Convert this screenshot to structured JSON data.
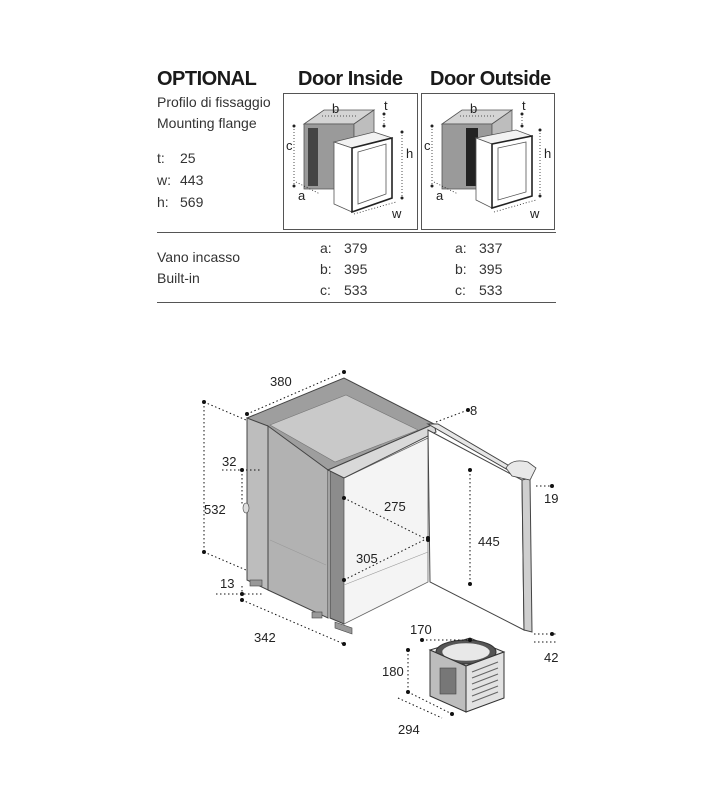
{
  "header": {
    "optional": "OPTIONAL",
    "door_inside": "Door Inside",
    "door_outside": "Door Outside"
  },
  "flange": {
    "line1": "Profilo di fissaggio",
    "line2": "Mounting flange",
    "specs": [
      {
        "key": "t:",
        "value": "25"
      },
      {
        "key": "w:",
        "value": "443"
      },
      {
        "key": "h:",
        "value": "569"
      }
    ]
  },
  "thumb_labels": {
    "b": "b",
    "t": "t",
    "c": "c",
    "h": "h",
    "a": "a",
    "w": "w"
  },
  "builtin": {
    "line1": "Vano incasso",
    "line2": "Built-in",
    "inside": [
      {
        "key": "a:",
        "value": "379"
      },
      {
        "key": "b:",
        "value": "395"
      },
      {
        "key": "c:",
        "value": "533"
      }
    ],
    "outside": [
      {
        "key": "a:",
        "value": "337"
      },
      {
        "key": "b:",
        "value": "395"
      },
      {
        "key": "c:",
        "value": "533"
      }
    ]
  },
  "fridge_dims": {
    "width_top": "380",
    "door_thickness": "8",
    "hinge_offset": "32",
    "height": "532",
    "feet": "13",
    "depth": "342",
    "inner_depth": "275",
    "inner_width": "305",
    "inner_height": "445",
    "handle_depth": "19",
    "door_offset": "42"
  },
  "compressor_dims": {
    "width": "170",
    "height": "180",
    "depth": "294"
  }
}
